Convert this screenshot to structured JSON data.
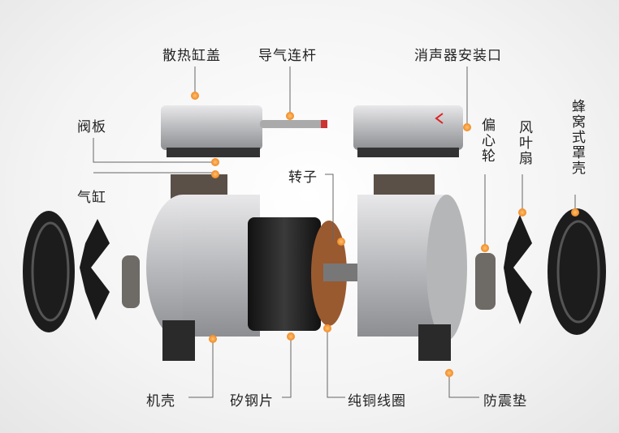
{
  "labels": {
    "cylinder_head": "散热缸盖",
    "connecting_rod": "导气连杆",
    "muffler_port": "消声器安装口",
    "valve_plate": "阀板",
    "cylinder": "气缸",
    "rotor": "转子",
    "eccentric_wheel": "偏心轮",
    "fan": "风叶扇",
    "honeycomb_cover": "蜂窝式罩壳",
    "housing": "机壳",
    "silicon_steel": "矽钢片",
    "copper_coil": "纯铜线圈",
    "shock_pad": "防震垫"
  },
  "colors": {
    "dot": "#f08a24",
    "line": "#666666",
    "metal": "#c9cacc",
    "dark": "#222222"
  }
}
